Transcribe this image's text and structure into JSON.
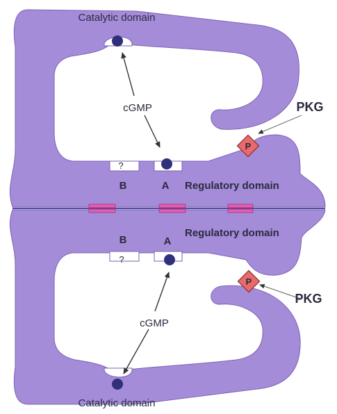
{
  "labels": {
    "top_catalytic": "Catalytic domain",
    "bottom_catalytic": "Catalytic domain",
    "top_regulatory": "Regulatory domain",
    "bottom_regulatory": "Regulatory domain",
    "top_cgmp": "cGMP",
    "bottom_cgmp": "cGMP",
    "top_pkg": "PKG",
    "bottom_pkg": "PKG",
    "top_site_b": "B",
    "top_site_a": "A",
    "bottom_site_b": "B",
    "bottom_site_a": "A",
    "top_question": "?",
    "bottom_question": "?",
    "top_phospho": "P",
    "bottom_phospho": "P"
  },
  "colors": {
    "protein_fill": "#a58cd8",
    "protein_stroke": "#7a62b5",
    "cgmp_dot": "#2f2f7a",
    "phospho_fill": "#e86a6a",
    "dimer_bar": "#e060b0",
    "arrow": "#333333"
  }
}
